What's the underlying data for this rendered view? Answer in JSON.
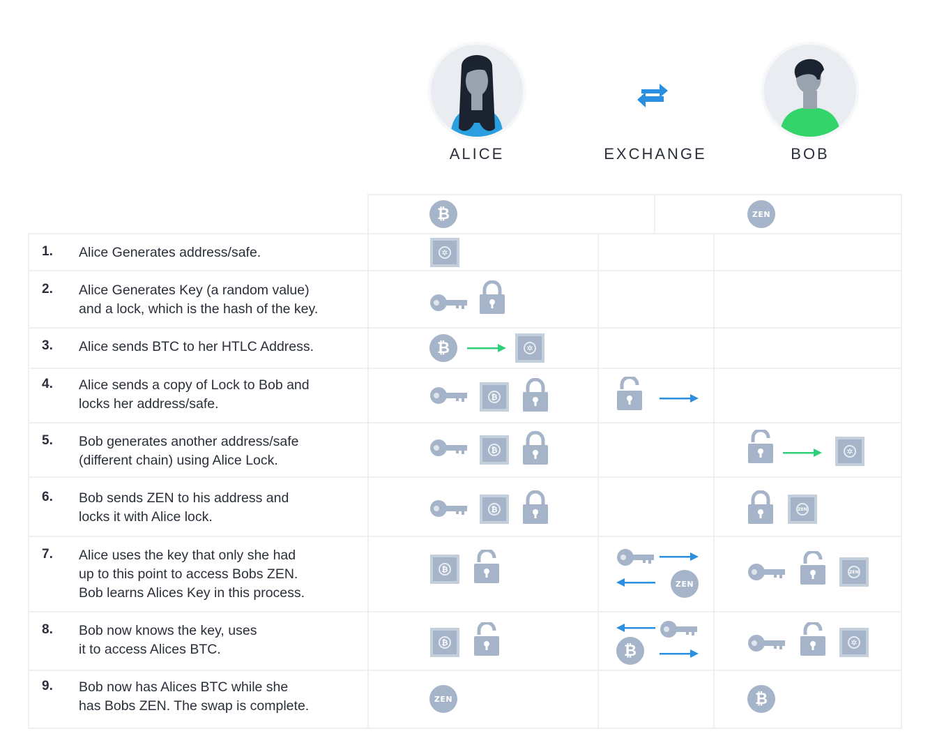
{
  "parties": {
    "alice": "ALICE",
    "exchange": "EXCHANGE",
    "bob": "BOB"
  },
  "coins": {
    "btc_symbol": "₿",
    "zen_symbol": "ZEN"
  },
  "colors": {
    "icon_gray_blue": "#a5b4c8",
    "arrow_green": "#2fd07a",
    "arrow_blue": "#2a8fe0",
    "alice_shirt": "#2a9fe0",
    "bob_shirt": "#33d46a"
  },
  "icons": [
    "btc-coin-icon",
    "zen-coin-icon",
    "key-icon",
    "lock-icon",
    "safe-icon",
    "exchange-arrows-icon"
  ],
  "steps": [
    {
      "num": "1.",
      "text": "Alice Generates address/safe."
    },
    {
      "num": "2.",
      "text": "Alice Generates Key (a random value)\nand a lock, which is the hash of the key."
    },
    {
      "num": "3.",
      "text": "Alice sends BTC to her HTLC Address."
    },
    {
      "num": "4.",
      "text": "Alice sends a copy of Lock to Bob and\nlocks her address/safe."
    },
    {
      "num": "5.",
      "text": "Bob generates another address/safe\n(different chain) using Alice Lock."
    },
    {
      "num": "6.",
      "text": "Bob sends ZEN to his address and\nlocks it with Alice lock."
    },
    {
      "num": "7.",
      "text": "Alice uses the key that only she had\nup to this point to access Bobs ZEN.\nBob learns Alices Key in this process."
    },
    {
      "num": "8.",
      "text": "Bob now knows the key, uses\nit to access Alices BTC."
    },
    {
      "num": "9.",
      "text": "Bob now has Alices BTC while she\nhas Bobs ZEN. The swap is complete."
    }
  ]
}
